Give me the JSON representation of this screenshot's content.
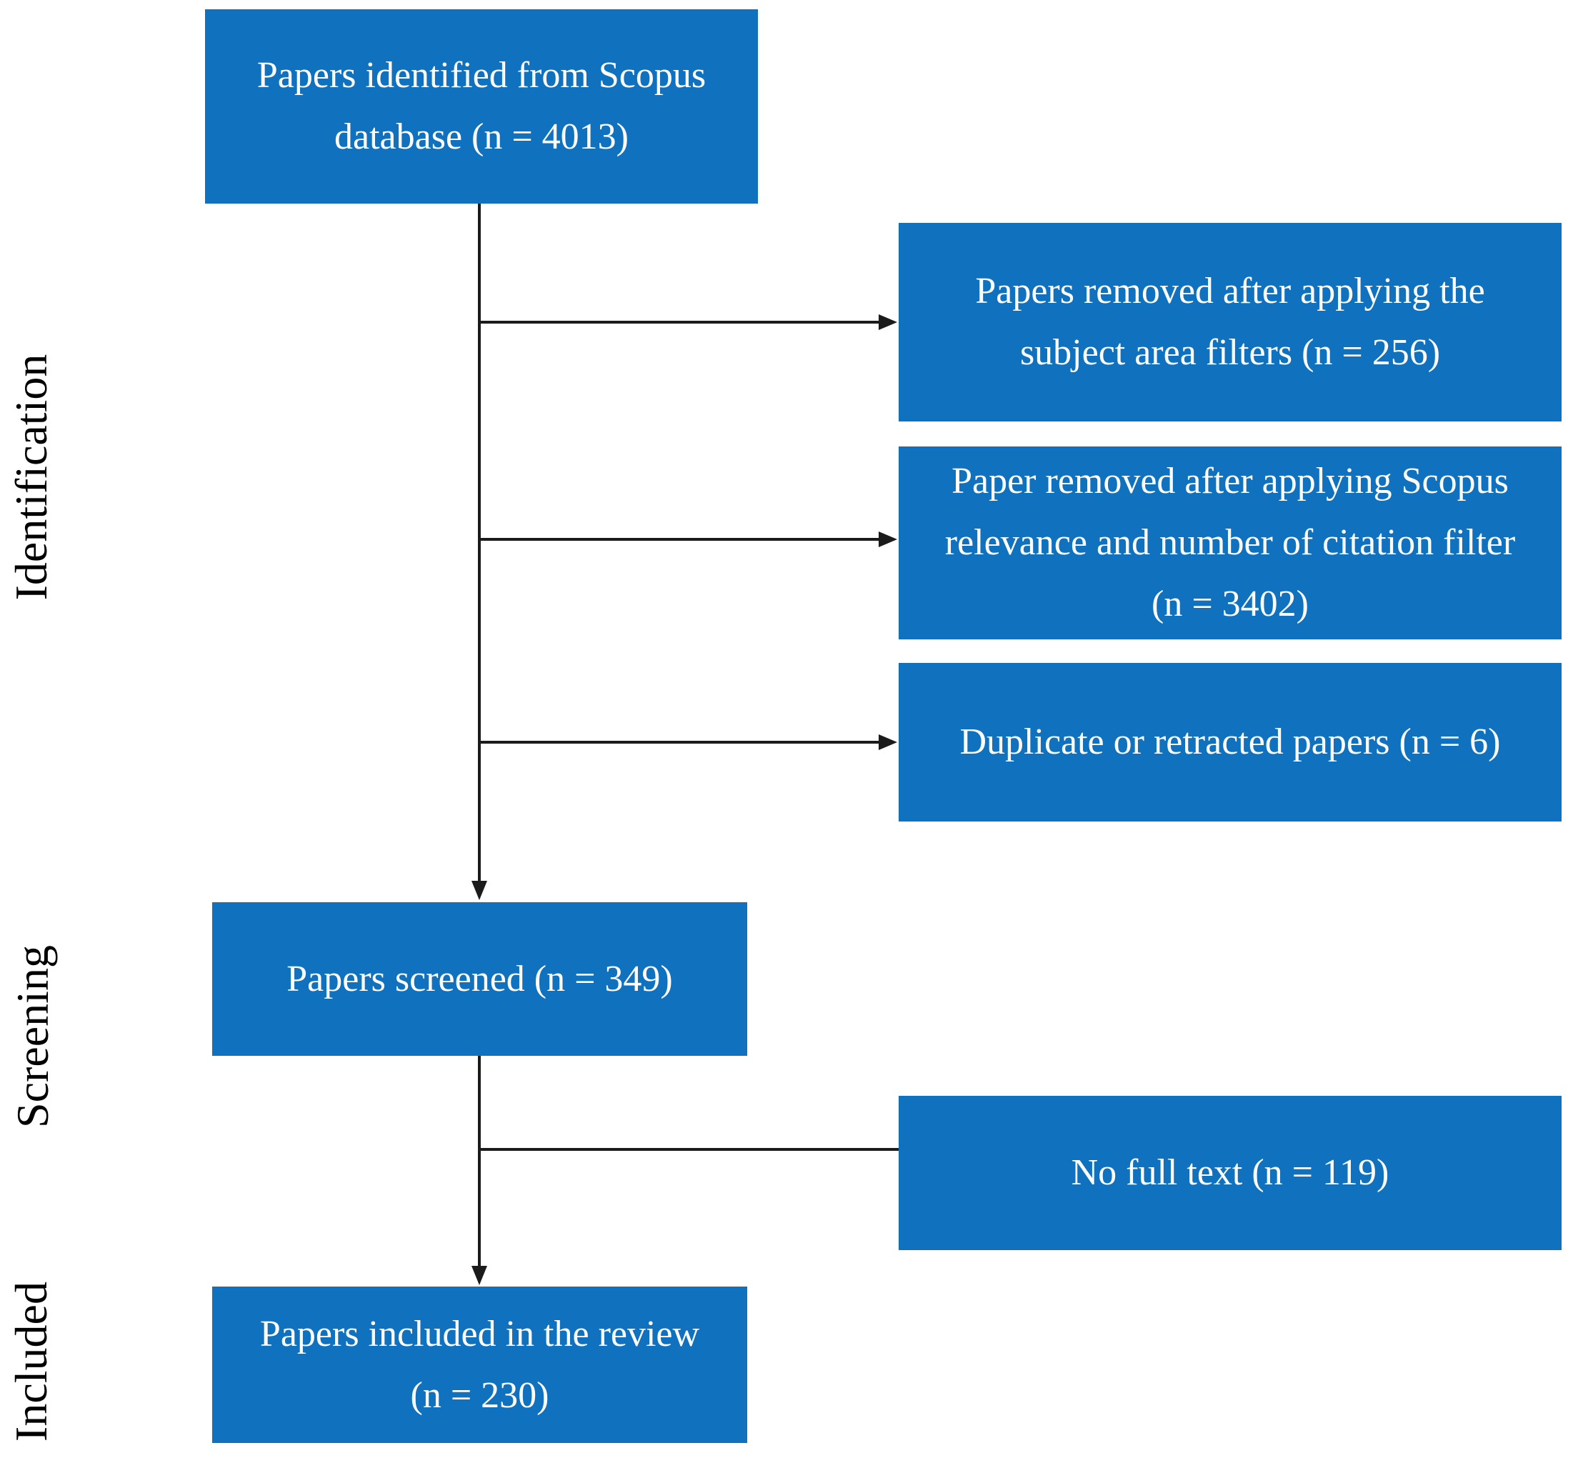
{
  "diagram": {
    "type": "flowchart",
    "colors": {
      "box_fill": "#1072BE",
      "box_text": "#FFFFFF",
      "stage_label_text": "#000000",
      "connector": "#1B1B1B"
    },
    "stages": [
      {
        "label": "Identification"
      },
      {
        "label": "Screening"
      },
      {
        "label": "Included"
      }
    ],
    "boxes": {
      "identified": {
        "lines": [
          "Papers identified from Scopus",
          "database (n = 4013)"
        ],
        "n": 4013
      },
      "removed_subject_filters": {
        "lines": [
          "Papers removed after applying the",
          "subject area filters (n = 256)"
        ],
        "n": 256
      },
      "removed_relevance_citation": {
        "lines": [
          "Paper removed after applying Scopus",
          "relevance and number of citation filter",
          "(n = 3402)"
        ],
        "n": 3402
      },
      "duplicate_retracted": {
        "lines": [
          "Duplicate or retracted papers (n = 6)"
        ],
        "n": 6
      },
      "screened": {
        "lines": [
          "Papers screened (n = 349)"
        ],
        "n": 349
      },
      "no_full_text": {
        "lines": [
          "No full text (n = 119)"
        ],
        "n": 119
      },
      "included": {
        "lines": [
          "Papers included in the review",
          "(n = 230)"
        ],
        "n": 230
      }
    }
  }
}
